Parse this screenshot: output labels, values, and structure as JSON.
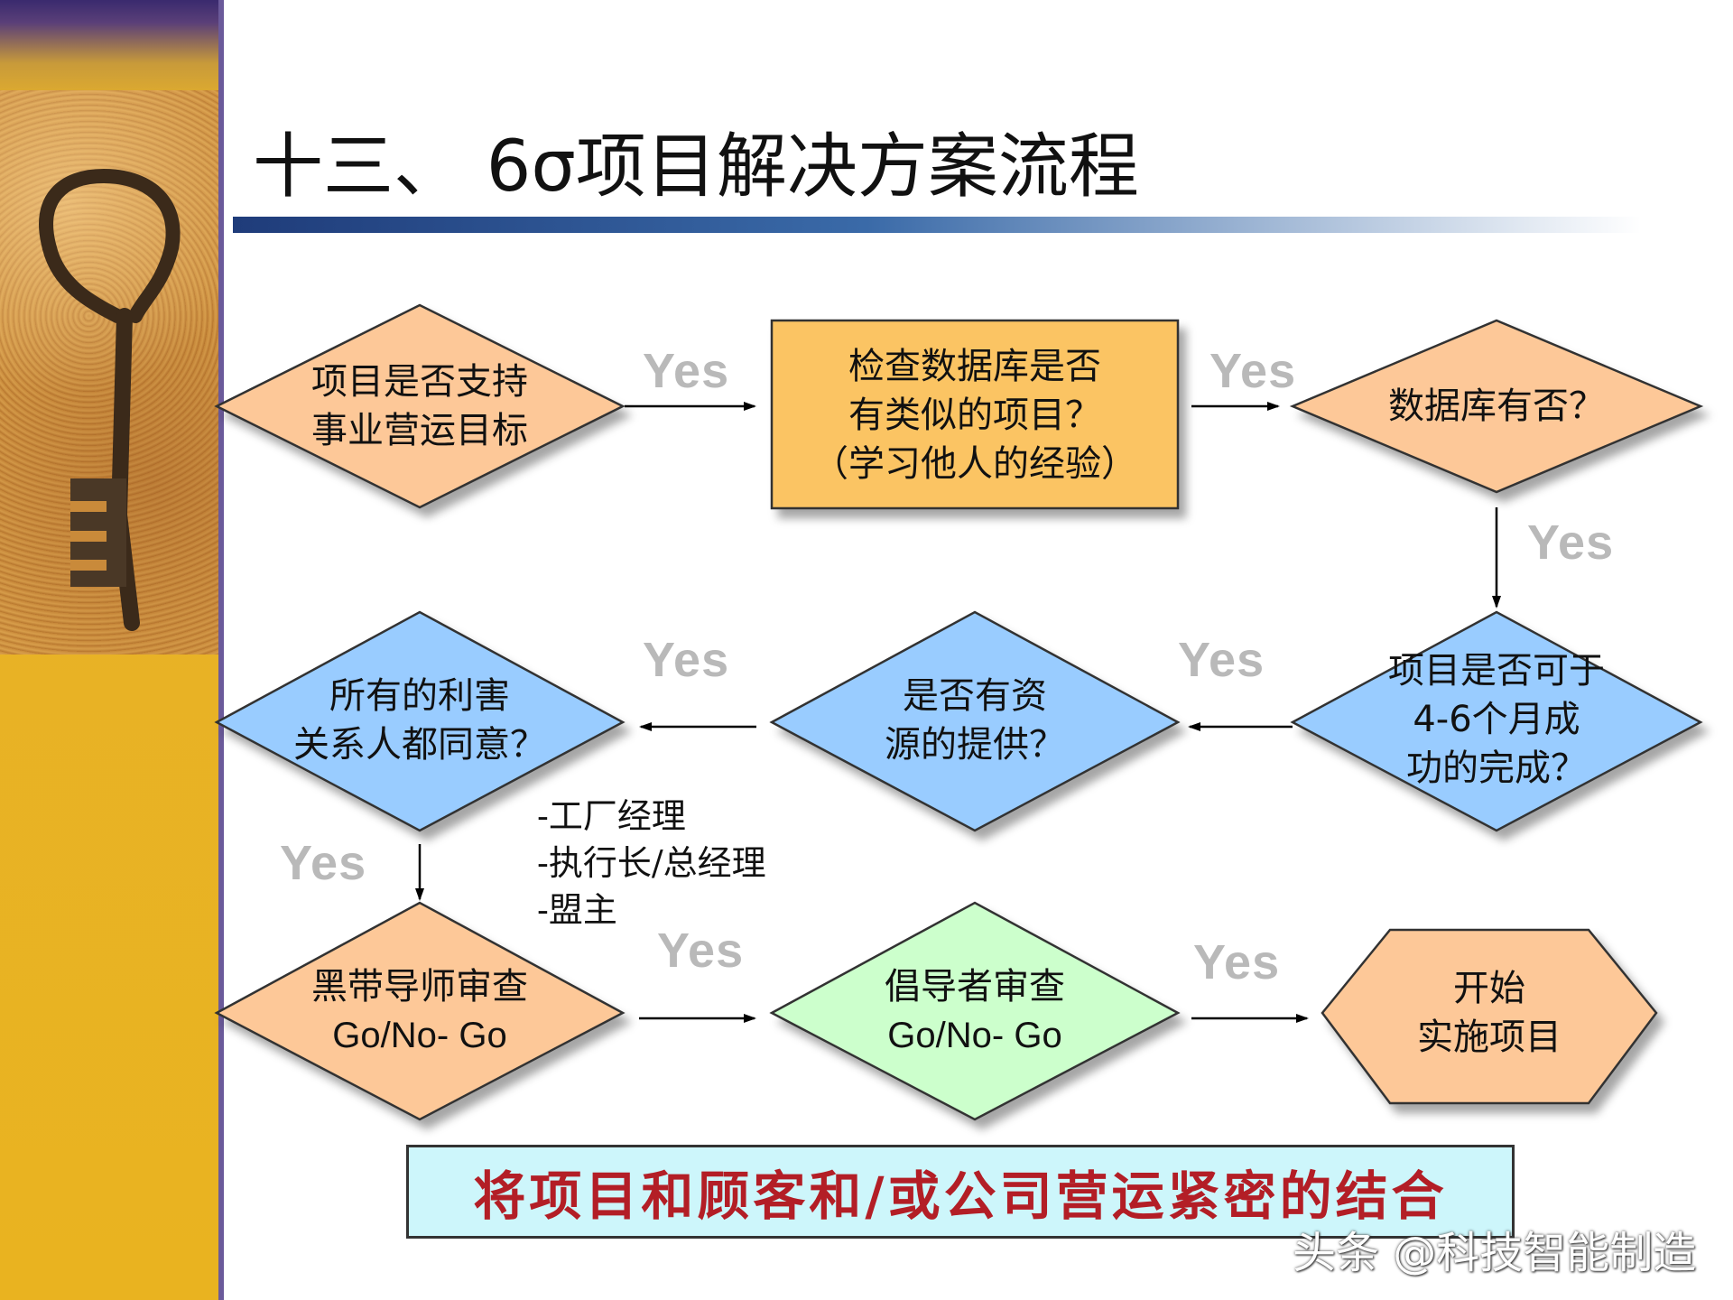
{
  "title": "十三、  6σ项目解决方案流程",
  "nodes": {
    "support_goal": {
      "lines": [
        "项目是否支持",
        "事业营运目标"
      ]
    },
    "check_database": {
      "lines": [
        "检查数据库是否",
        "有类似的项目？",
        "（学习他人的经验）"
      ]
    },
    "database_exists": {
      "lines": [
        "数据库有否？"
      ]
    },
    "complete_4_6": {
      "lines": [
        "项目是否可于",
        "4-6个月成",
        "功的完成？"
      ]
    },
    "resources": {
      "lines": [
        "是否有资",
        "源的提供？"
      ]
    },
    "stakeholders": {
      "lines": [
        "所有的利害",
        "关系人都同意？"
      ]
    },
    "blackbelt_review": {
      "lines": [
        "黑带导师审查",
        "Go/No- Go"
      ]
    },
    "champion_review": {
      "lines": [
        "倡导者审查",
        "Go/No- Go"
      ]
    },
    "start_project": {
      "lines": [
        "开始",
        "实施项目"
      ]
    }
  },
  "yes_labels": [
    "Yes",
    "Yes",
    "Yes",
    "Yes",
    "Yes",
    "Yes",
    "Yes",
    "Yes"
  ],
  "stakeholder_roles": [
    "-工厂经理",
    "-执行长/总经理",
    "-盟主"
  ],
  "footer": "将项目和顾客和/或公司营运紧密的结合",
  "watermark": "头条 @科技智能制造",
  "colors": {
    "orange_fill": "#fdc898",
    "gold_fill": "#fbc464",
    "blue_fill": "#99ccff",
    "green_fill": "#ccffcc",
    "footer_fill": "#cdf6fb",
    "footer_text": "#b31e26",
    "yes_text": "#b9b9b9"
  }
}
